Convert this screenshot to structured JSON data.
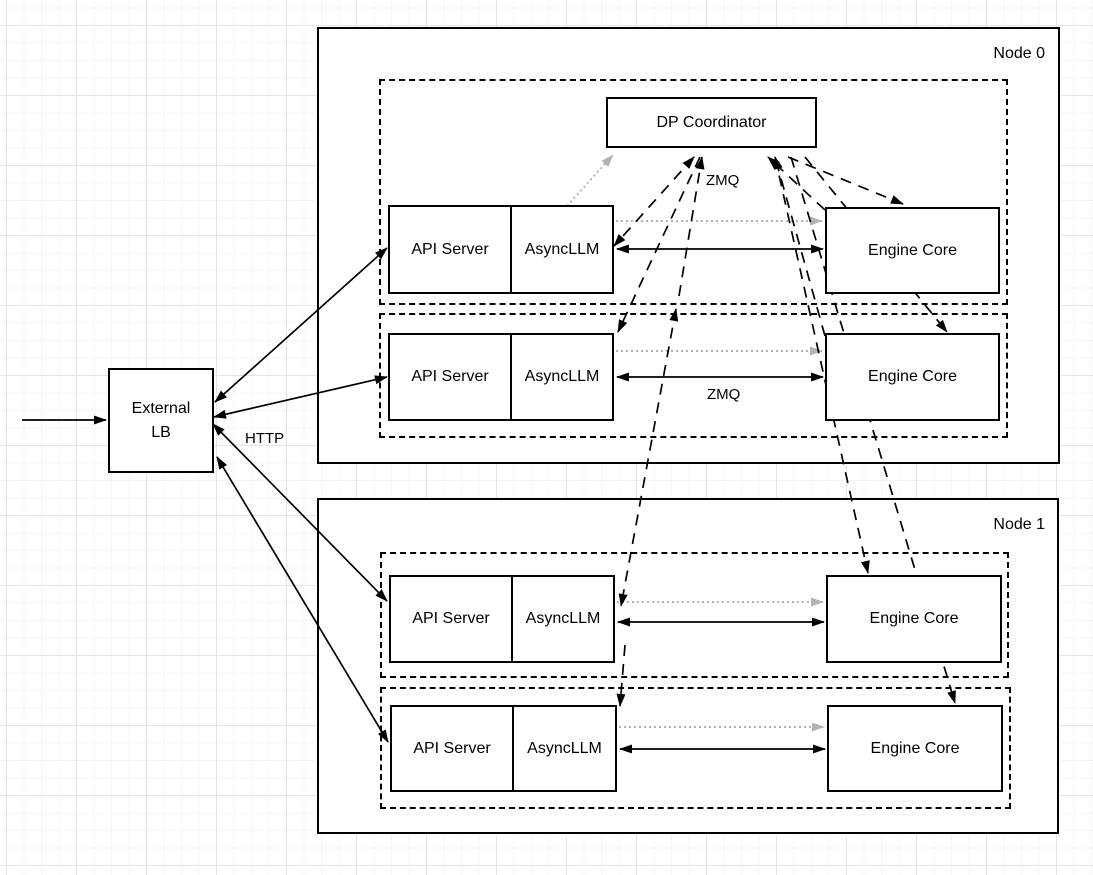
{
  "colors": {
    "line": "#000000",
    "muted_arrow": "#b3b3b3",
    "background": "#ffffff",
    "grid_minor": "#f4f4f4",
    "grid_major": "#e4e4e4"
  },
  "external_lb": {
    "line1": "External",
    "line2": "LB"
  },
  "coordinator": {
    "label": "DP Coordinator"
  },
  "edge_labels": {
    "http": "HTTP",
    "zmq_coordinator": "ZMQ",
    "zmq_row": "ZMQ"
  },
  "nodes": [
    {
      "title": "Node 0",
      "rows": [
        {
          "api_server": "API Server",
          "async_llm": "AsyncLLM",
          "engine_core": "Engine Core"
        },
        {
          "api_server": "API Server",
          "async_llm": "AsyncLLM",
          "engine_core": "Engine Core"
        }
      ]
    },
    {
      "title": "Node 1",
      "rows": [
        {
          "api_server": "API Server",
          "async_llm": "AsyncLLM",
          "engine_core": "Engine Core"
        },
        {
          "api_server": "API Server",
          "async_llm": "AsyncLLM",
          "engine_core": "Engine Core"
        }
      ]
    }
  ]
}
